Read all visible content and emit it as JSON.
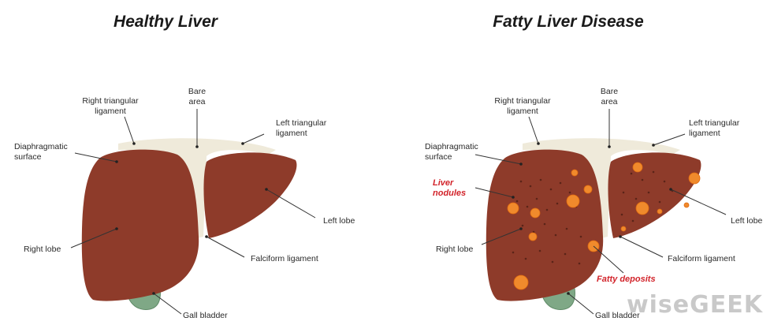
{
  "left_panel": {
    "title": "Healthy Liver",
    "labels": {
      "right_triangular": "Right triangular\nligament",
      "bare_area": "Bare\narea",
      "left_triangular": "Left triangular\nligament",
      "diaphragmatic": "Diaphragmatic\nsurface",
      "left_lobe": "Left lobe",
      "right_lobe": "Right lobe",
      "falciform": "Falciform ligament",
      "gall_bladder": "Gall bladder"
    }
  },
  "right_panel": {
    "title": "Fatty Liver Disease",
    "labels": {
      "right_triangular": "Right triangular\nligament",
      "bare_area": "Bare\narea",
      "left_triangular": "Left triangular\nligament",
      "diaphragmatic": "Diaphragmatic\nsurface",
      "liver_nodules": "Liver\nnodules",
      "left_lobe": "Left lobe",
      "right_lobe": "Right lobe",
      "falciform": "Falciform ligament",
      "fatty_deposits": "Fatty deposits",
      "gall_bladder": "Gall bladder"
    }
  },
  "watermark": "wiseGEEK",
  "colors": {
    "liver": "#8e3b2a",
    "liver_dark": "#6f2a1e",
    "ligament": "#efeada",
    "gall_bladder": "#7fa886",
    "fat_deposit": "#f08a2c",
    "accent_red": "#d2232a"
  }
}
